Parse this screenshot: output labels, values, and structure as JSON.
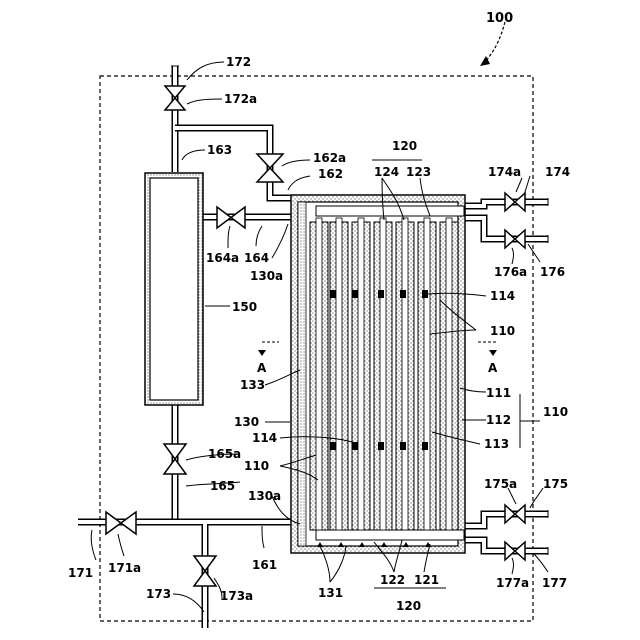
{
  "labels": {
    "l100": "100",
    "l172": "172",
    "l172a": "172a",
    "l163": "163",
    "l162a": "162a",
    "l162": "162",
    "l120_top": "120",
    "l124": "124",
    "l123": "123",
    "l174a": "174a",
    "l174": "174",
    "l164a": "164a",
    "l164": "164",
    "l130a_top": "130a",
    "l176a": "176a",
    "l176": "176",
    "l150": "150",
    "l114_top": "114",
    "l110_mid": "110",
    "lA_left": "A",
    "lA_right": "A",
    "l133": "133",
    "l111": "111",
    "l130": "130",
    "l112": "112",
    "l110_right": "110",
    "l114_bot": "114",
    "l113": "113",
    "l165a": "165a",
    "l110_left": "110",
    "l165": "165",
    "l175a": "175a",
    "l175": "175",
    "l130a_bot": "130a",
    "l171": "171",
    "l171a": "171a",
    "l161": "161",
    "l177a": "177a",
    "l177": "177",
    "l131": "131",
    "l122": "122",
    "l121": "121",
    "l173": "173",
    "l173a": "173a",
    "l120_bot": "120"
  }
}
